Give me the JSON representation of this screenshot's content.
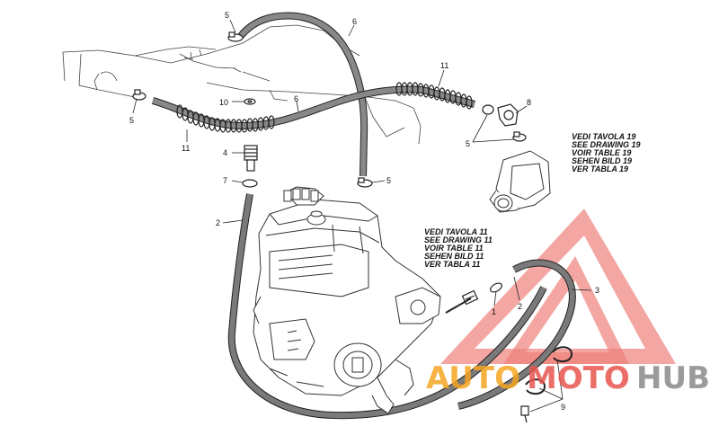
{
  "diagram": {
    "callouts": [
      {
        "id": "c5a",
        "text": "5"
      },
      {
        "id": "c6a",
        "text": "6"
      },
      {
        "id": "c11a",
        "text": "11"
      },
      {
        "id": "c10",
        "text": "10"
      },
      {
        "id": "c6b",
        "text": "6"
      },
      {
        "id": "c5b",
        "text": "5"
      },
      {
        "id": "c11b",
        "text": "11"
      },
      {
        "id": "c8",
        "text": "8"
      },
      {
        "id": "c5c",
        "text": "5"
      },
      {
        "id": "c4",
        "text": "4"
      },
      {
        "id": "c7",
        "text": "7"
      },
      {
        "id": "c5d",
        "text": "5"
      },
      {
        "id": "c2a",
        "text": "2"
      },
      {
        "id": "c1",
        "text": "1"
      },
      {
        "id": "c2b",
        "text": "2"
      },
      {
        "id": "c3",
        "text": "3"
      },
      {
        "id": "c9",
        "text": "9"
      }
    ],
    "reference_note_19": [
      "VEDI TAVOLA 19",
      "SEE DRAWING 19",
      "VOIR TABLE 19",
      "SEHEN BILD 19",
      "VER TABLA 19"
    ],
    "reference_note_11": [
      "VEDI TAVOLA 11",
      "SEE DRAWING 11",
      "VOIR TABLE 11",
      "SEHEN BILD 11",
      "VER TABLA 11"
    ]
  },
  "watermark": {
    "part1": "AUTO",
    "part2": "MOTO",
    "part3": "HUB"
  },
  "colors": {
    "watermark_red": "#e8554f",
    "watermark_orange": "#f5a623",
    "watermark_gray": "#8a8a8a",
    "line": "#222222",
    "hose": "#6e6e6e"
  }
}
